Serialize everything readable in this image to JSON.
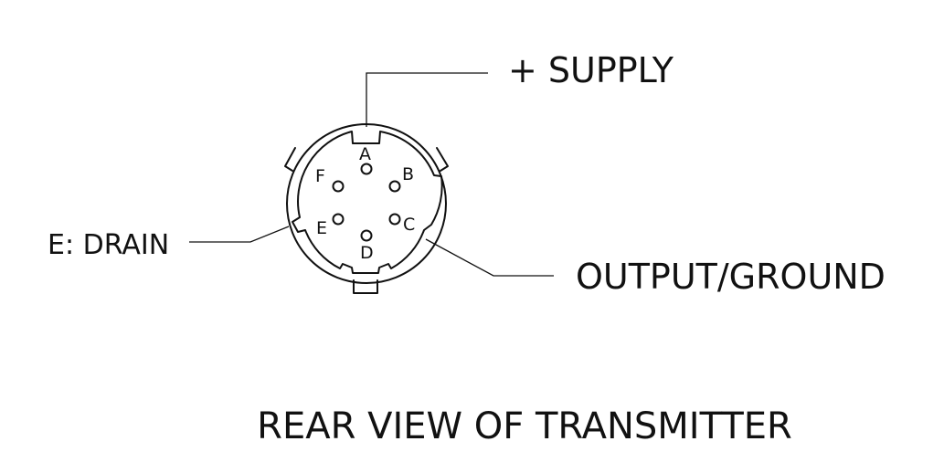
{
  "labels": {
    "supply": "+ SUPPLY",
    "drain": "E: DRAIN",
    "output": "OUTPUT/GROUND",
    "caption": "REAR VIEW OF TRANSMITTER"
  },
  "pins": {
    "a": "A",
    "b": "B",
    "c": "C",
    "d": "D",
    "e": "E",
    "f": "F"
  },
  "colors": {
    "ink": "#111111",
    "background": "#ffffff"
  }
}
